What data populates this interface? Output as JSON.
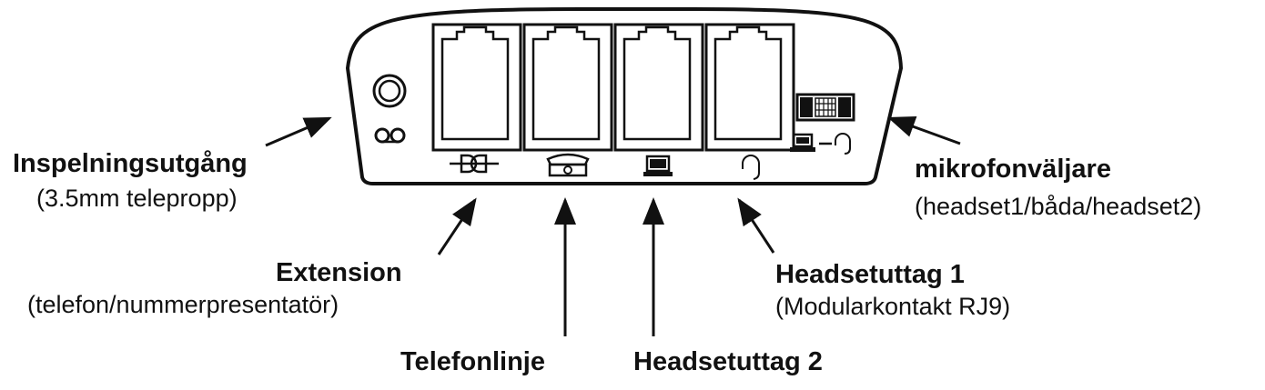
{
  "labels": {
    "recording_output": "Inspelningsutgång",
    "recording_output_detail": "(3.5mm telepropp)",
    "extension": "Extension",
    "extension_detail": "(telefon/nummerpresentatör)",
    "phone_line": "Telefonlinje",
    "headset_jack_2": "Headsetuttag 2",
    "headset_jack_1": "Headsetuttag 1",
    "headset_jack_1_detail": "(Modularkontakt RJ9)",
    "mic_selector": "mikrofonväljare",
    "mic_selector_detail": "(headset1/båda/headset2)"
  },
  "icons": {
    "recording_jack": "cassette-icon",
    "extension_port": "plug-connector-icon",
    "phone_line_port": "telephone-icon",
    "headset_port_2": "computer-icon",
    "headset_port_1": "headset-icon",
    "selector_switch": "computer-headset-switch-icon"
  },
  "colors": {
    "line": "#111111",
    "background": "#ffffff"
  }
}
